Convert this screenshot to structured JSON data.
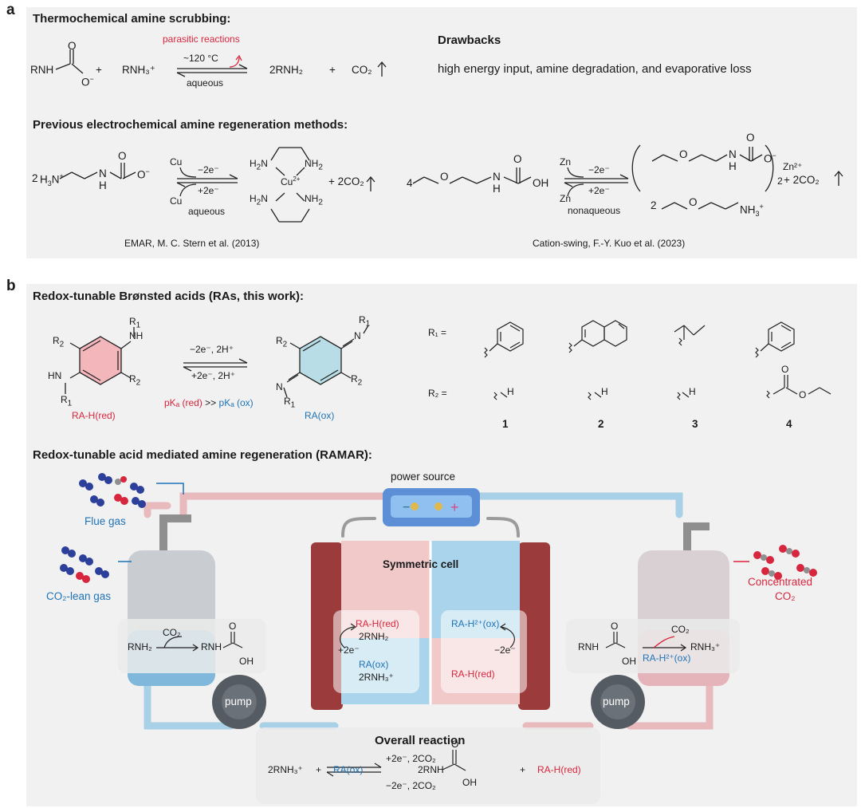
{
  "panel_a": {
    "label": "a",
    "thermo_title": "Thermochemical amine scrubbing:",
    "thermo": {
      "reactant1_prefix": "RNH",
      "plus": "+",
      "reactant2": "RNH₃⁺",
      "cond_top": "~120 °C",
      "cond_bottom": "aqueous",
      "parasitic": "parasitic reactions",
      "product1": "2RNH₂",
      "product2": "CO₂"
    },
    "drawbacks_title": "Drawbacks",
    "drawbacks_text": "high energy input, amine degradation, and evaporative loss",
    "prev_title": "Previous electrochemical amine regeneration methods:",
    "emar": {
      "coef": "2",
      "cu_top": "Cu",
      "cu_bottom": "Cu",
      "e_ox": "−2e⁻",
      "e_red": "+2e⁻",
      "solvent": "aqueous",
      "plus_co2": "+ 2CO₂",
      "citation": "EMAR, M. C. Stern et al. (2013)"
    },
    "cation_swing": {
      "coef": "4",
      "zn_top": "Zn",
      "zn_bottom": "Zn",
      "e_ox": "−2e⁻",
      "e_red": "+2e⁻",
      "solvent": "nonaqueous",
      "zn_ion": "Zn²⁺",
      "plus_co2": "+ 2CO₂",
      "coef2": "2",
      "citation": "Cation-swing, F.-Y. Kuo et al. (2023)"
    }
  },
  "panel_b": {
    "label": "b",
    "ras_title": "Redox-tunable Brønsted acids (RAs, this work):",
    "ra_red_label": "RA-H(red)",
    "ra_ox_label": "RA(ox)",
    "cond_top": "−2e⁻, 2H⁺",
    "cond_bottom": "+2e⁻, 2H⁺",
    "pka_red": "pKₐ (red)",
    "pka_sep": ">>",
    "pka_ox": "pKₐ (ox)",
    "r1_label": "R₁ =",
    "r2_label": "R₂ =",
    "compound_numbers": [
      "1",
      "2",
      "3",
      "4"
    ],
    "ramar_title": "Redox-tunable acid mediated amine regeneration (RAMAR):",
    "power_source": "power source",
    "flue_gas": "Flue gas",
    "co2_lean": "CO₂-lean gas",
    "concentrated": "Concentrated",
    "concentrated_co2": "CO₂",
    "symmetric_cell": "Symmetric cell",
    "pump_left": "pump",
    "pump_right": "pump",
    "absorber_box": {
      "reactant": "RNH₂",
      "co2": "CO₂",
      "product": "RNH"
    },
    "cell_left": {
      "l1": "RA-H(red)",
      "l2": "2RNH₂",
      "e": "+2e⁻",
      "l3": "RA(ox)",
      "l4": "2RNH₃⁺"
    },
    "cell_right": {
      "l1": "RA-H²⁺(ox)",
      "e": "−2e⁻",
      "l2": "RA-H(red)"
    },
    "stripper_box": {
      "reactant": "RNH",
      "co2": "CO₂",
      "reagent": "RA-H²⁺(ox)",
      "product": "RNH₃⁺"
    },
    "overall_title": "Overall reaction",
    "overall": {
      "r1": "2RNH₃⁺",
      "plus": "+",
      "r2": "RA(ox)",
      "top": "+2e⁻, 2CO₂",
      "bottom": "−2e⁻, 2CO₂",
      "p1": "2RNH",
      "p2": "RA-H(red)"
    },
    "colors": {
      "red": "#d7263d",
      "blue": "#1f73b7",
      "panel": "#f1f1f1"
    }
  }
}
